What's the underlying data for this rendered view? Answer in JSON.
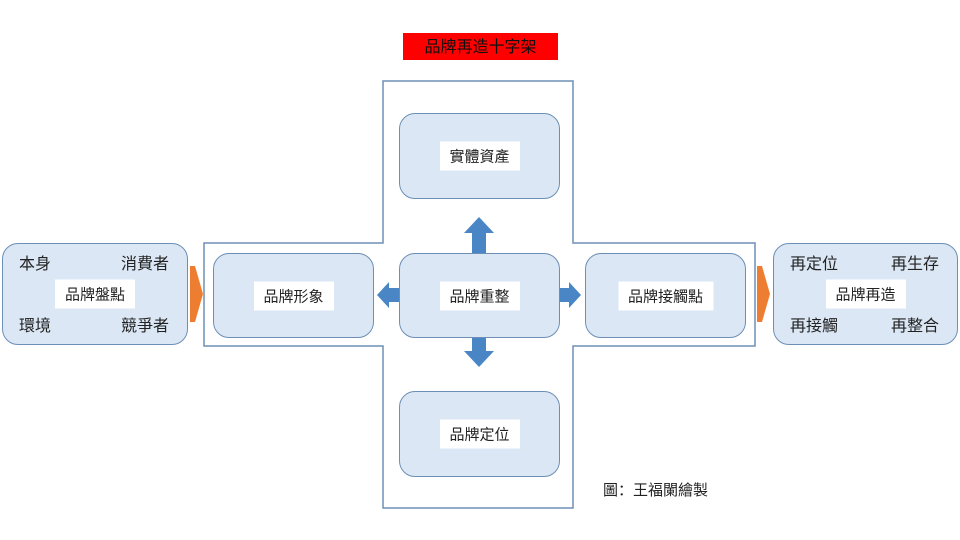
{
  "title": "品牌再造十字架",
  "caption": "圖：王福闌繪製",
  "center": {
    "top": "實體資產",
    "middle": "品牌重整",
    "bottom": "品牌定位",
    "left": "品牌形象",
    "right": "品牌接觸點"
  },
  "input": {
    "label": "品牌盤點",
    "corners": [
      "本身",
      "消費者",
      "環境",
      "競爭者"
    ]
  },
  "output": {
    "label": "品牌再造",
    "corners": [
      "再定位",
      "再生存",
      "再接觸",
      "再整合"
    ]
  },
  "colors": {
    "box_fill": "#dbe7f4",
    "box_border": "#6d8fb5",
    "arrow_blue": "#4a86c5",
    "arrow_orange": "#ed7d31",
    "title_bg": "#ff0000"
  }
}
